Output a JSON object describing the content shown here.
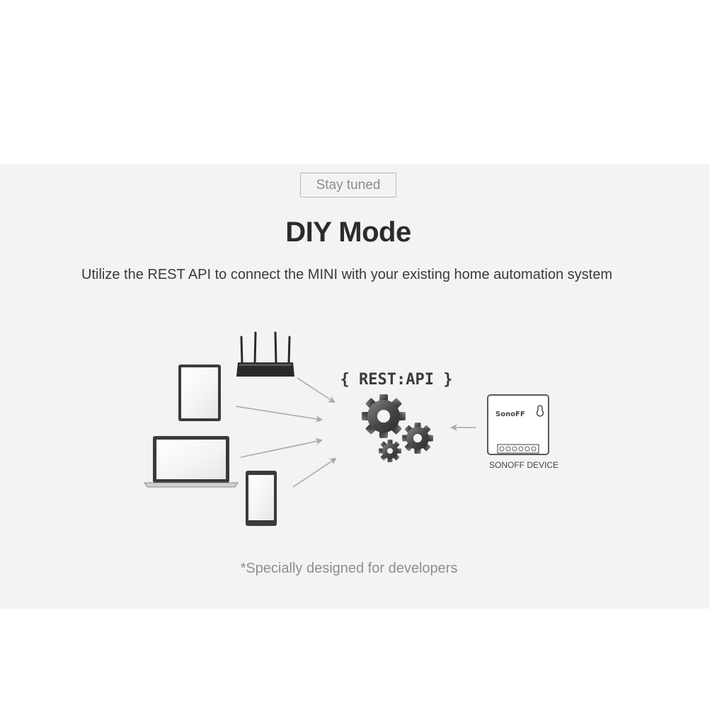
{
  "badge": {
    "label": "Stay tuned"
  },
  "header": {
    "title": "DIY Mode",
    "subtitle": "Utilize the REST API to connect the MINI with your existing home automation system"
  },
  "diagram": {
    "api_label": "{ REST:API }",
    "device_brand": "SonoFF",
    "device_label": "SONOFF DEVICE",
    "icons": [
      "router-icon",
      "tablet-icon",
      "laptop-icon",
      "phone-icon",
      "gears-icon",
      "sonoff-device-icon"
    ]
  },
  "footer": {
    "note": "*Specially designed for developers"
  },
  "colors": {
    "panel": "#f3f3f3",
    "title": "#2b2b2b",
    "muted": "#8e8e8e",
    "arrow": "#a8a8a8"
  }
}
